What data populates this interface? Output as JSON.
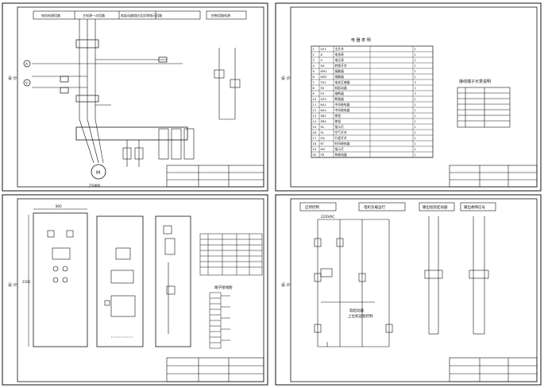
{
  "sheet_tl": {
    "side_tab": "设 计",
    "header_cells": [
      "电机电源回路",
      "主电源一次回路",
      "软起动器相应及异常指示回路",
      "控制回路电源"
    ],
    "motor_power": "250KW"
  },
  "sheet_tr": {
    "side_tab": "设 计",
    "table_title": "电 器 表 明",
    "table_rows": [
      [
        "1",
        "QF1",
        "主开关",
        "",
        "1"
      ],
      [
        "2",
        "A",
        "电流表",
        "",
        "1"
      ],
      [
        "3",
        "V",
        "电压表",
        "",
        "1"
      ],
      [
        "4",
        "SA",
        "转换开关",
        "",
        "1"
      ],
      [
        "5",
        "KM1",
        "接触器",
        "",
        "1"
      ],
      [
        "6",
        "KM2",
        "接触器",
        "",
        "1"
      ],
      [
        "7",
        "TA1",
        "电流互感器",
        "",
        "3"
      ],
      [
        "8",
        "SS",
        "软起动器",
        "",
        "1"
      ],
      [
        "9",
        "FU",
        "熔断器",
        "",
        "3"
      ],
      [
        "10",
        "QF2",
        "断路器",
        "",
        "1"
      ],
      [
        "11",
        "KA1",
        "中间继电器",
        "",
        "1"
      ],
      [
        "12",
        "KA2",
        "中间继电器",
        "",
        "1"
      ],
      [
        "13",
        "SB1",
        "按钮",
        "",
        "1"
      ],
      [
        "14",
        "SB2",
        "按钮",
        "",
        "1"
      ],
      [
        "15",
        "HL",
        "指示灯",
        "",
        "1"
      ],
      [
        "16",
        "SL",
        "空气开关",
        "",
        "1"
      ],
      [
        "17",
        "SQ",
        "行程开关",
        "",
        "1"
      ],
      [
        "18",
        "KT",
        "时间继电器",
        "",
        "1"
      ],
      [
        "19",
        "HR",
        "指示灯",
        "",
        "1"
      ],
      [
        "20",
        "FR",
        "热继电器",
        "",
        "1"
      ]
    ],
    "terminal_title": "接线端子示意说明"
  },
  "sheet_bl": {
    "side_tab": "设 计",
    "dim_width": "800",
    "dim_height": "2200",
    "terminal_title": "端子接线图"
  },
  "sheet_br": {
    "side_tab": "设 计",
    "headers": [
      "启停控制",
      "电机负载运行",
      "输出给软起动器",
      "输出故障信号"
    ],
    "supply": "220VAC",
    "note_line1": "软起动器",
    "note_line2": "上位机远程控制"
  }
}
